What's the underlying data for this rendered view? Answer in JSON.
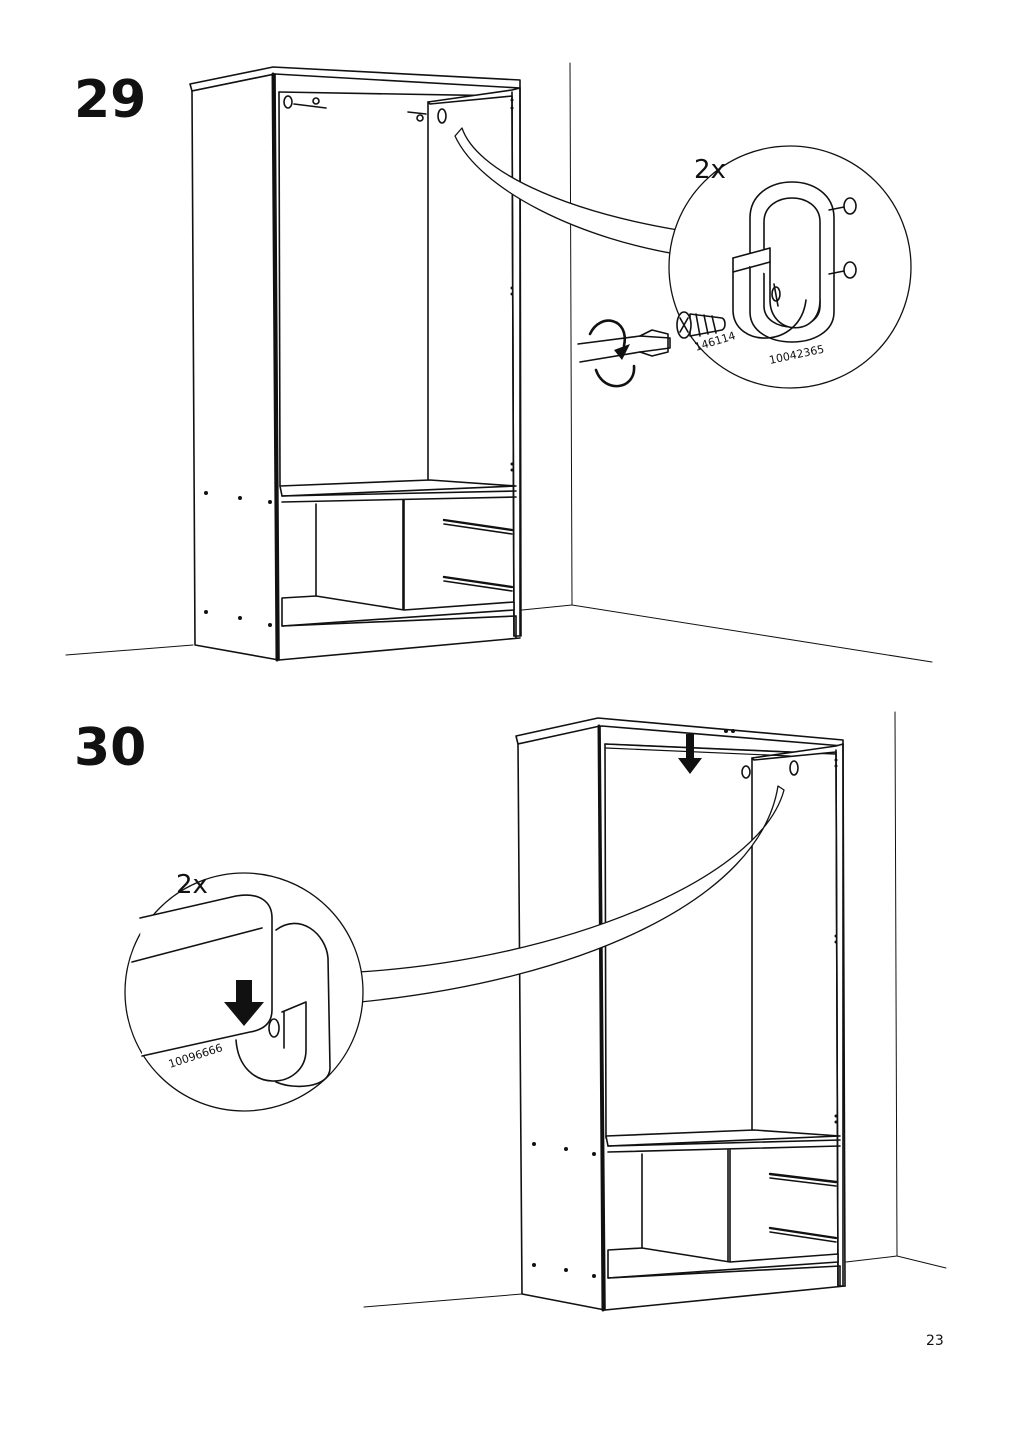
{
  "steps": [
    {
      "number": "29",
      "callout": {
        "quantity": "2x",
        "screw_part": "146114",
        "bracket_part": "10042365"
      }
    },
    {
      "number": "30",
      "callout": {
        "quantity": "2x",
        "rail_part": "10096666"
      }
    }
  ],
  "page_number": "23"
}
